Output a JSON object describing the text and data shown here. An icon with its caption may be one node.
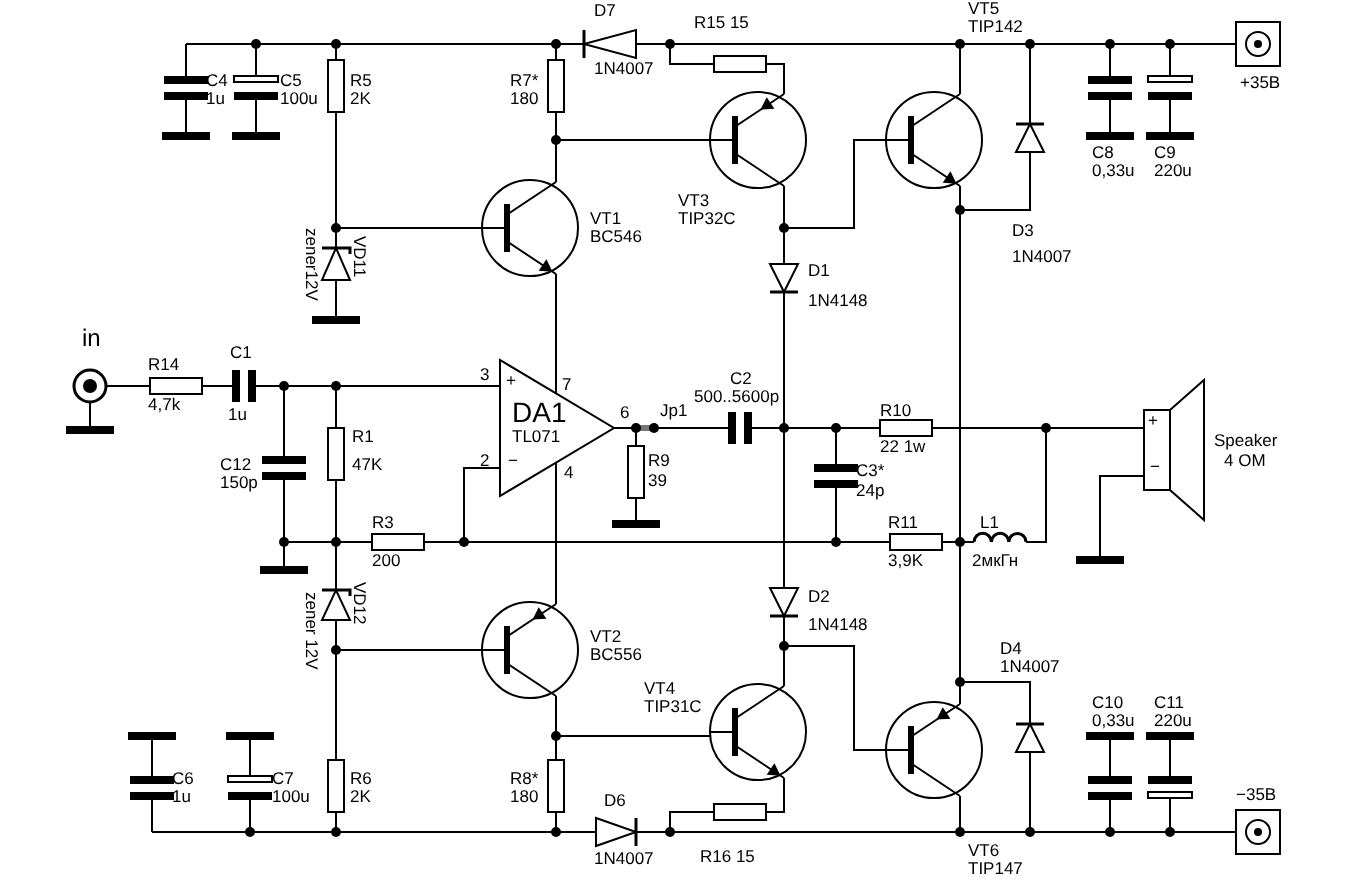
{
  "diagram": {
    "labels": [
      "D7",
      "R15 15",
      "VT5",
      "TIP142",
      "C4",
      "1u",
      "C5",
      "100u",
      "R5",
      "2K",
      "R7*",
      "180",
      "1N4007",
      "+35В",
      "VT3",
      "TIP32C",
      "C8",
      "0,33u",
      "C9",
      "220u",
      "VT1",
      "BC546",
      "D3",
      "1N4007",
      "VD11",
      "zener12V",
      "D1",
      "1N4148",
      "in",
      "R14",
      "4,7k",
      "C1",
      "1u",
      "+",
      "3",
      "7",
      "DA1",
      "TL071",
      "6",
      "Jp1",
      "C2",
      "500..5600p",
      "R10",
      "+",
      "Speaker",
      "4 ОМ",
      "−",
      "2",
      "4",
      "R1",
      "47K",
      "C12",
      "150p",
      "R9",
      "39",
      "22 1w",
      "−",
      "C3*",
      "24p",
      "R3",
      "200",
      "R11",
      "3,9K",
      "L1",
      "2мкГн",
      "VD12",
      "zener 12V",
      "D2",
      "1N4148",
      "VT2",
      "BC556",
      "D4",
      "1N4007",
      "VT4",
      "TIP31C",
      "C10",
      "0,33u",
      "C11",
      "220u",
      "C6",
      "1u",
      "C7",
      "100u",
      "R6",
      "2K",
      "R8*",
      "180",
      "D6",
      "−35В",
      "R16 15",
      "1N4007",
      "VT6",
      "TIP147"
    ]
  }
}
